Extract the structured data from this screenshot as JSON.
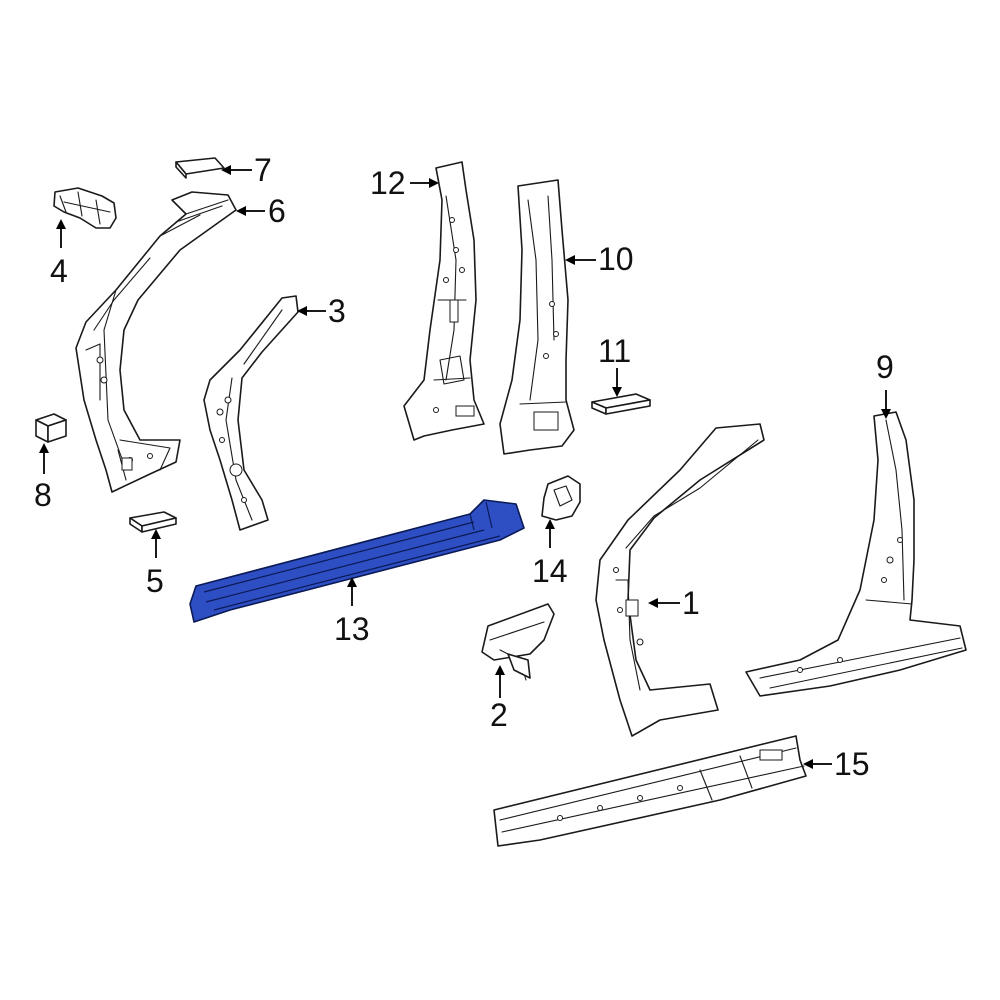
{
  "colors": {
    "highlight": "#2e4fc4",
    "line": "#1a1a1a",
    "background": "#ffffff"
  },
  "callouts": [
    {
      "id": "p1",
      "label": "1"
    },
    {
      "id": "p2",
      "label": "2"
    },
    {
      "id": "p3",
      "label": "3"
    },
    {
      "id": "p4",
      "label": "4"
    },
    {
      "id": "p5",
      "label": "5"
    },
    {
      "id": "p6",
      "label": "6"
    },
    {
      "id": "p7",
      "label": "7"
    },
    {
      "id": "p8",
      "label": "8"
    },
    {
      "id": "p9",
      "label": "9"
    },
    {
      "id": "p10",
      "label": "10"
    },
    {
      "id": "p11",
      "label": "11"
    },
    {
      "id": "p12",
      "label": "12"
    },
    {
      "id": "p13",
      "label": "13",
      "highlighted": true
    },
    {
      "id": "p14",
      "label": "14"
    },
    {
      "id": "p15",
      "label": "15"
    }
  ]
}
